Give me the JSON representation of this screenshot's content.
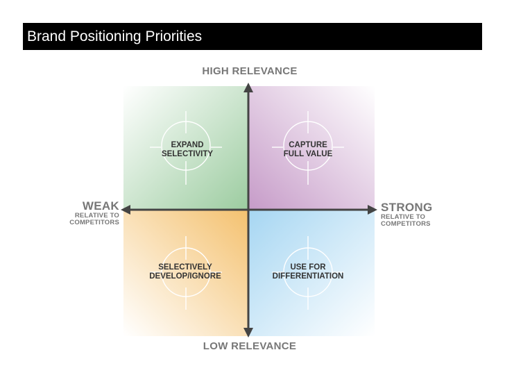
{
  "title": "Brand Positioning Priorities",
  "axes": {
    "top": "HIGH RELEVANCE",
    "bottom": "LOW RELEVANCE",
    "left": {
      "label": "WEAK",
      "sub": [
        "RELATIVE TO",
        "COMPETITORS"
      ]
    },
    "right": {
      "label": "STRONG",
      "sub": [
        "RELATIVE TO",
        "COMPETITORS"
      ]
    }
  },
  "quadrants": {
    "top_left": {
      "lines": [
        "EXPAND",
        "SELECTIVITY"
      ],
      "color": "#9ccca0"
    },
    "top_right": {
      "lines": [
        "CAPTURE",
        "FULL VALUE"
      ],
      "color": "#c69bc8"
    },
    "bottom_left": {
      "lines": [
        "SELECTIVELY",
        "DEVELOP/IGNORE"
      ],
      "color": "#f4c16f"
    },
    "bottom_right": {
      "lines": [
        "USE FOR",
        "DIFFERENTIATION"
      ],
      "color": "#a6d6f2"
    }
  },
  "arrow_color": "#444444",
  "label_color": "#777777"
}
